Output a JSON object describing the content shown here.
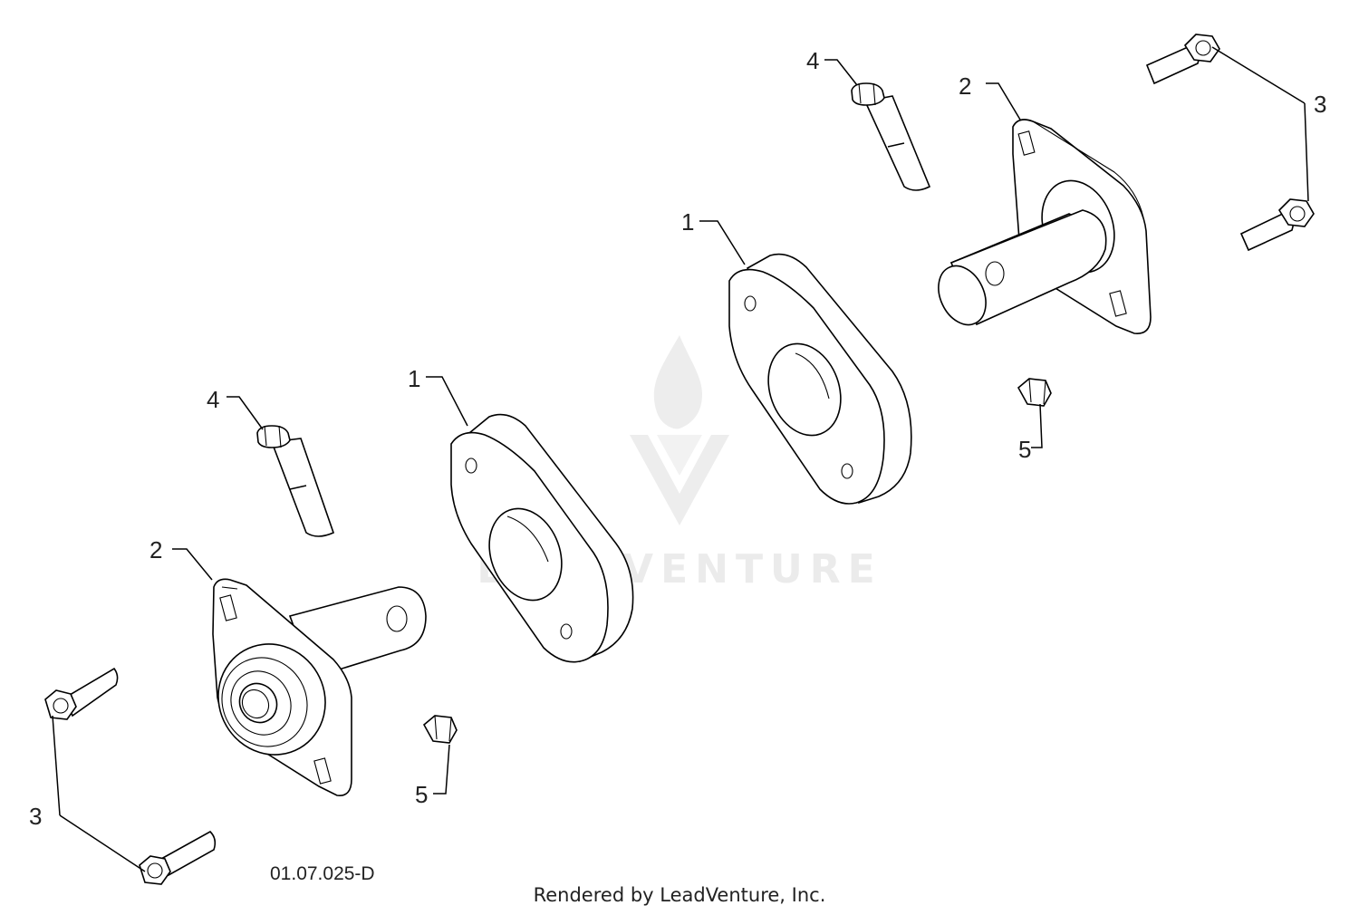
{
  "diagram": {
    "drawing_code": "01.07.025-D",
    "footer": "Rendered by LeadVenture, Inc.",
    "watermark": "LEADVENTURE",
    "callouts": {
      "spacer_left": "1",
      "spacer_right": "1",
      "flange_bearing_left": "2",
      "flange_bearing_right": "2",
      "bolts_left": "3",
      "bolts_right": "3",
      "bolt_left": "4",
      "bolt_right": "4",
      "nut_left": "5",
      "nut_right": "5"
    }
  }
}
